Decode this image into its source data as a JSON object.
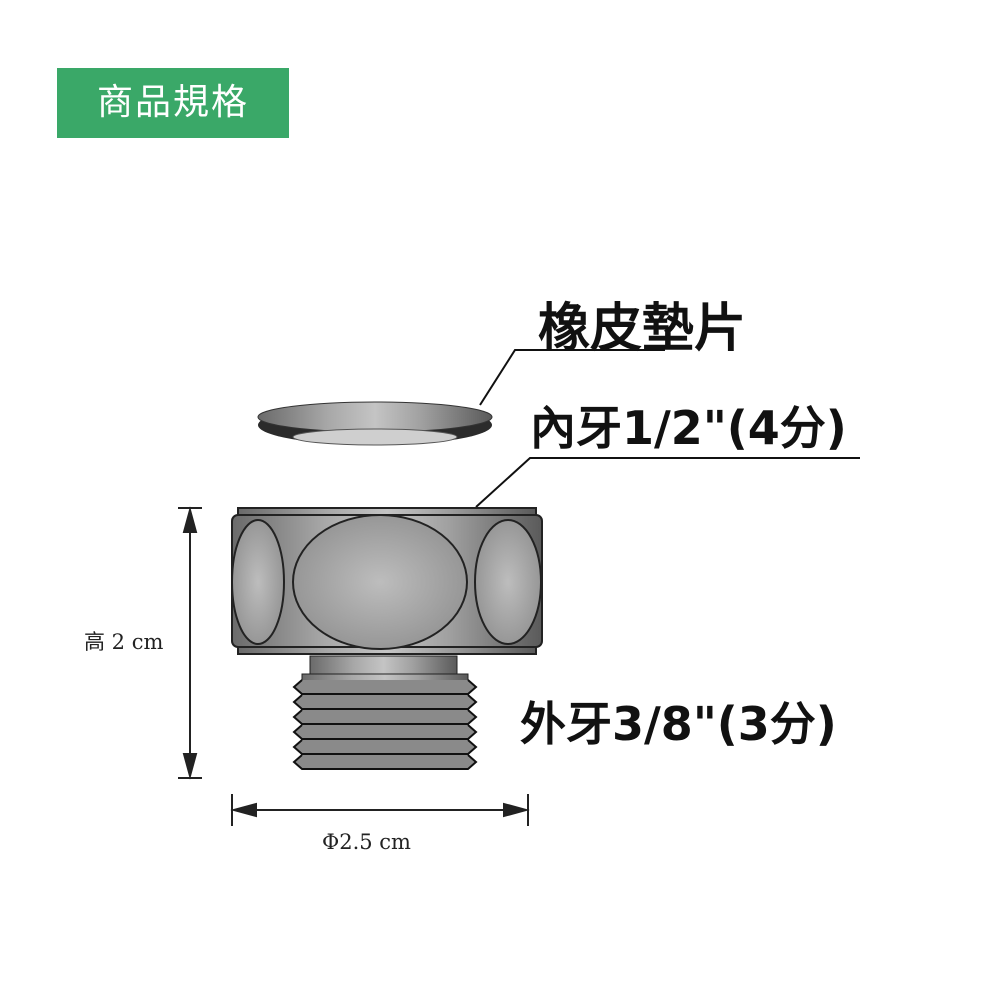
{
  "header": {
    "title": "商品規格",
    "color": "#3aa868"
  },
  "labels": {
    "gasket": "橡皮墊片",
    "inner_thread": "內牙1/2\"(4分)",
    "outer_thread": "外牙3/8\"(3分)"
  },
  "dimensions": {
    "height": "高 2 cm",
    "diameter": "Φ2.5 cm"
  }
}
